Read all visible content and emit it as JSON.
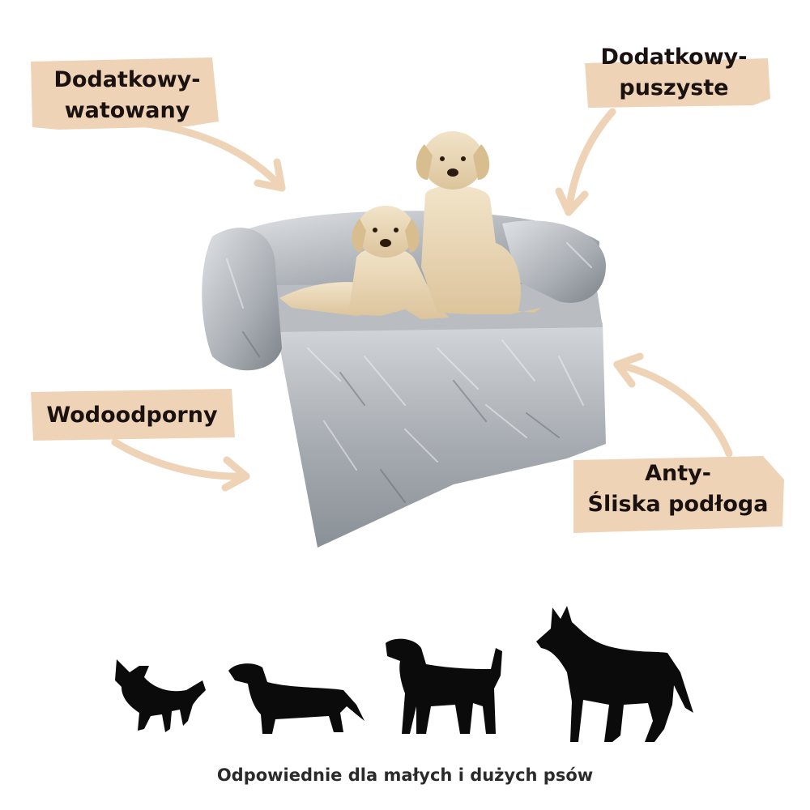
{
  "callouts": {
    "top_left": {
      "line1": "Dodatkowy-",
      "line2": "watowany"
    },
    "top_right": {
      "line1": "Dodatkowy-",
      "line2": "puszyste"
    },
    "mid_left": {
      "line1": "Wodoodporny"
    },
    "bottom_right": {
      "line1": "Anty-",
      "line2": "Śliska podłoga"
    }
  },
  "caption": "Odpowiednie dla małych i dużych psów",
  "colors": {
    "tag_bg": "#efd3b6",
    "arrow": "#efd3b6",
    "fur_light": "#c9cdd2",
    "fur_dark": "#7f858c",
    "puppy": "#ecd9b9",
    "silhouette": "#0b0b0b",
    "text": "#1a1210"
  },
  "icons": {
    "silhouettes": [
      "chihuahua-icon",
      "dachshund-icon",
      "beagle-icon",
      "shepherd-icon"
    ]
  }
}
